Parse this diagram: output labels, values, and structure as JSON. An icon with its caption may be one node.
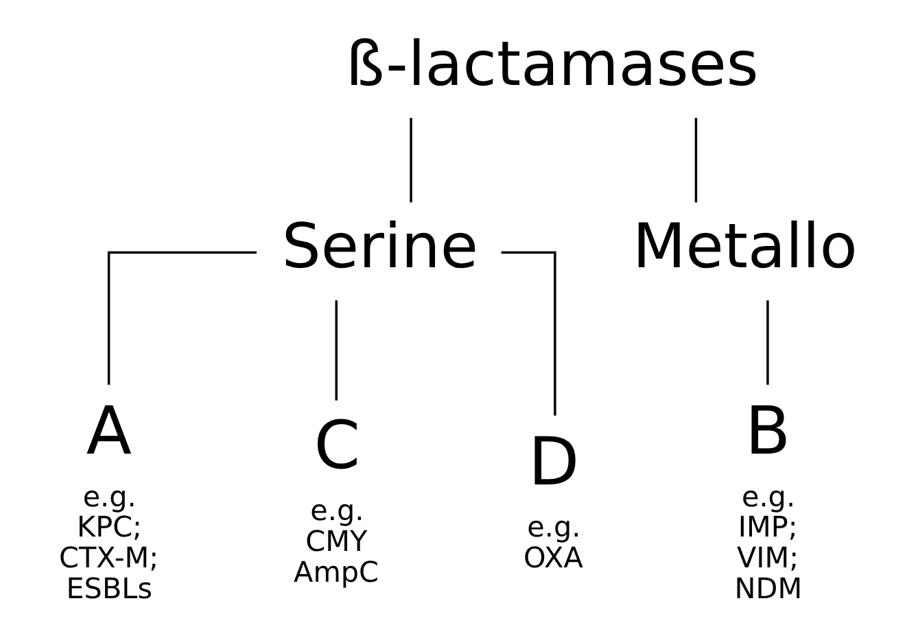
{
  "diagram": {
    "nodes": [
      {
        "text": [
          "ß-lactamases"
        ]
      },
      {
        "text": [
          "Serine"
        ]
      },
      {
        "text": [
          "Metallo"
        ]
      },
      {
        "text": [
          "A"
        ],
        "beside": [
          "e.g. KPC; CTX-M; ESBLs"
        ]
      },
      {
        "text": [
          "C"
        ],
        "beside": [
          "e.g. CMY AmpC"
        ]
      },
      {
        "text": [
          "D"
        ],
        "beside": [
          "e.g. OXA"
        ]
      },
      {
        "text": [
          "B"
        ],
        "beside": [
          "e.g. IMP; VIM; NDM"
        ]
      }
    ],
    "edges": [
      {
        "from": 0,
        "to": 1,
        "arrow": "none"
      },
      {
        "from": 0,
        "to": 2,
        "arrow": "none"
      },
      {
        "from": 1,
        "to": 3,
        "arrow": "none"
      },
      {
        "from": 1,
        "to": 4,
        "arrow": "none"
      },
      {
        "from": 1,
        "to": 5,
        "arrow": "none"
      },
      {
        "from": 2,
        "to": 6,
        "arrow": "none"
      }
    ]
  }
}
